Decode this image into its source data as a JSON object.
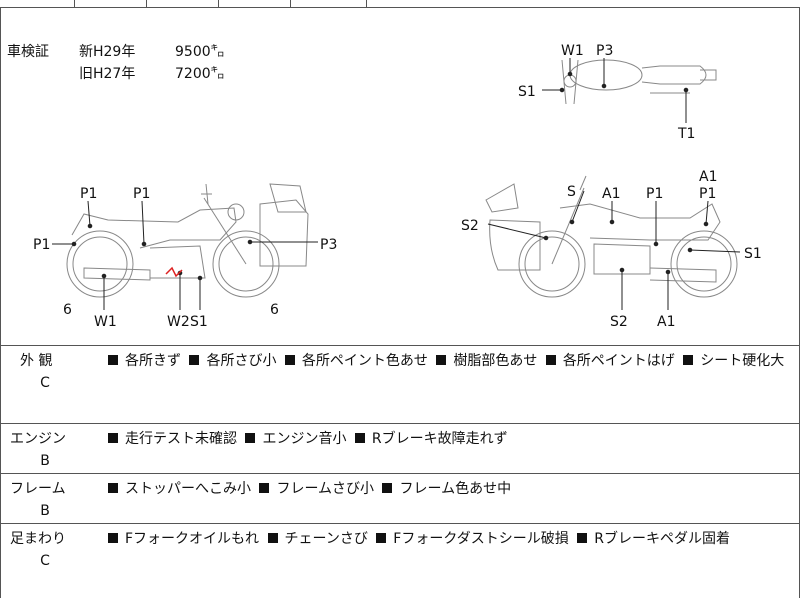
{
  "shaken": {
    "label": "車検証",
    "rows": [
      {
        "era": "新H29年",
        "km": "9500㌔"
      },
      {
        "era": "旧H27年",
        "km": "7200㌔"
      }
    ]
  },
  "labels": {
    "top_w1": "W1",
    "top_p3": "P3",
    "top_s1": "S1",
    "top_t1": "T1",
    "l_p1a": "P1",
    "l_p1b": "P1",
    "l_p1c": "P1",
    "l_p3": "P3",
    "l_6a": "6",
    "l_6b": "6",
    "l_w1": "W1",
    "l_w2": "W2",
    "l_s1": "S1",
    "r_s": "S",
    "r_a1a": "A1",
    "r_p1a": "P1",
    "r_a1b": "A1",
    "r_p1b": "P1",
    "r_s2a": "S2",
    "r_s1": "S1",
    "r_s2b": "S2",
    "r_a1c": "A1"
  },
  "sections": [
    {
      "name": "外 観",
      "grade": "C",
      "text": "■ 各所きず ■ 各所さび小 ■ 各所ペイント色あせ ■ 樹脂部色あせ ■ 各所ペイントはげ ■ シート硬化大"
    },
    {
      "name": "エンジン",
      "grade": "B",
      "text": "■ 走行テスト未確認 ■ エンジン音小 ■ Rブレーキ故障走れず"
    },
    {
      "name": "フレーム",
      "grade": "B",
      "text": "■ ストッパーへこみ小 ■ フレームさび小 ■ フレーム色あせ中"
    },
    {
      "name": "足まわり",
      "grade": "C",
      "text": "■ Fフォークオイルもれ ■ チェーンさび ■ Fフォークダストシール破損 ■ Rブレーキペダル固着"
    }
  ]
}
